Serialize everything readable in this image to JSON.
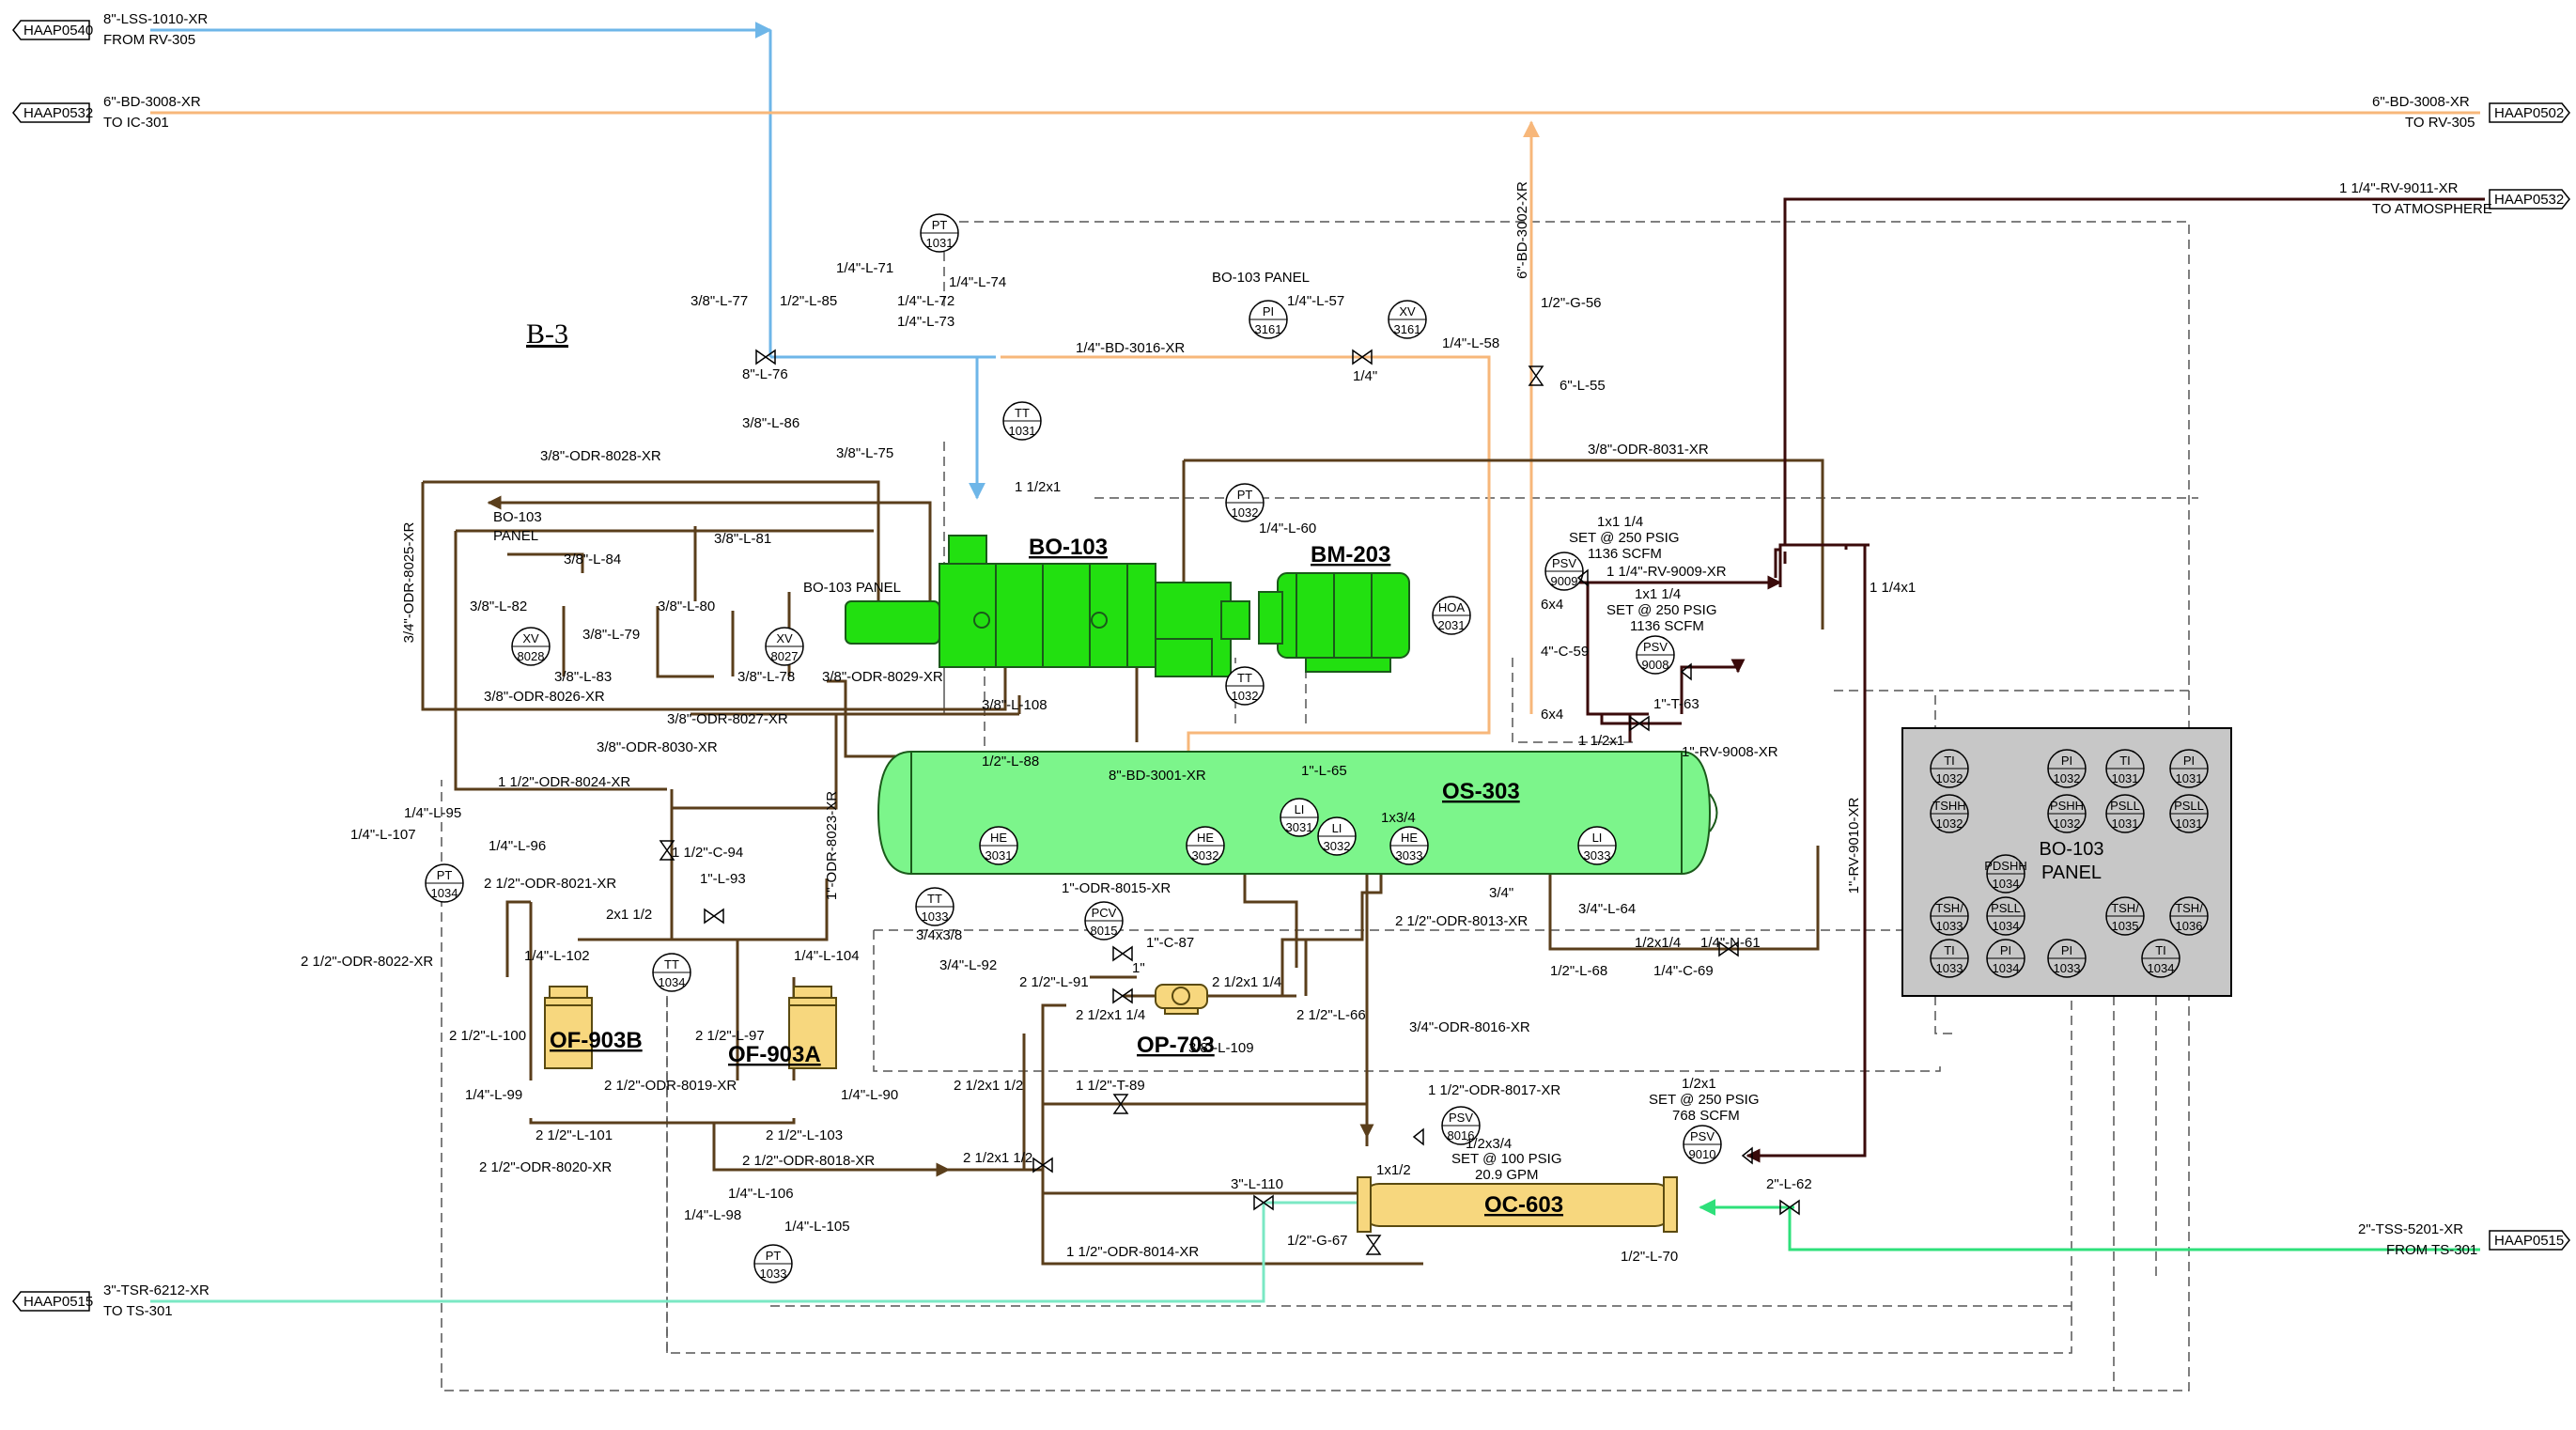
{
  "colors": {
    "blue_line": "#6EB6E8",
    "orange_line": "#F7B77A",
    "teal_line": "#7BE8C4",
    "green_line": "#2EE07A",
    "odr_line": "#5A3E1B",
    "rv_line": "#3A0A0A",
    "equipment_green": "#7CF58B",
    "equipment_bright": "#22E010",
    "equipment_yellow": "#F7D77E",
    "panel_gray": "#C7C7C7"
  },
  "sheet_label": "B-3",
  "offpage": {
    "haap0540": {
      "tag": "HAAP0540",
      "line": "8\"-LSS-1010-XR",
      "note": "FROM RV-305"
    },
    "haap0532_left": {
      "tag": "HAAP0532",
      "line": "6\"-BD-3008-XR",
      "note": "TO IC-301"
    },
    "haap0502": {
      "tag": "HAAP0502",
      "line": "6\"-BD-3008-XR",
      "note": "TO RV-305"
    },
    "haap0532_right": {
      "tag": "HAAP0532",
      "line": "1 1/4\"-RV-9011-XR",
      "note": "TO ATMOSPHERE"
    },
    "haap0515_left": {
      "tag": "HAAP0515",
      "line": "3\"-TSR-6212-XR",
      "note": "TO TS-301"
    },
    "haap0515_right": {
      "tag": "HAAP0515",
      "line": "2\"-TSS-5201-XR",
      "note": "FROM TS-301"
    }
  },
  "equipment": {
    "bo103": "BO-103",
    "bm203": "BM-203",
    "os303": "OS-303",
    "of903b": "OF-903B",
    "of903a": "OF-903A",
    "op703": "OP-703",
    "oc603": "OC-603"
  },
  "instruments": {
    "pt1031": [
      "PT",
      "1031"
    ],
    "tt1031": [
      "TT",
      "1031"
    ],
    "pi3161": [
      "PI",
      "3161"
    ],
    "xv3161": [
      "XV",
      "3161"
    ],
    "pt1032": [
      "PT",
      "1032"
    ],
    "tt1032": [
      "TT",
      "1032"
    ],
    "hoa2031": [
      "HOA",
      "2031"
    ],
    "xv8028": [
      "XV",
      "8028"
    ],
    "xv8027": [
      "XV",
      "8027"
    ],
    "pt1034": [
      "PT",
      "1034"
    ],
    "tt1034": [
      "TT",
      "1034"
    ],
    "tt1033": [
      "TT",
      "1033"
    ],
    "pt1033": [
      "PT",
      "1033"
    ],
    "he3031": [
      "HE",
      "3031"
    ],
    "he3032": [
      "HE",
      "3032"
    ],
    "he3033": [
      "HE",
      "3033"
    ],
    "li3031": [
      "LI",
      "3031"
    ],
    "li3032": [
      "LI",
      "3032"
    ],
    "li3033": [
      "LI",
      "3033"
    ],
    "pcv8015": [
      "PCV",
      "8015"
    ],
    "psv9009": [
      "PSV",
      "9009"
    ],
    "psv9008": [
      "PSV",
      "9008"
    ],
    "psv8016": [
      "PSV",
      "8016"
    ],
    "psv9010": [
      "PSV",
      "9010"
    ]
  },
  "panel": {
    "title1": "BO-103",
    "title2": "PANEL",
    "items": [
      [
        "TI",
        "1032"
      ],
      [
        "PI",
        "1032"
      ],
      [
        "TI",
        "1031"
      ],
      [
        "PI",
        "1031"
      ],
      [
        "TSHH",
        "1032"
      ],
      [
        "PSHH",
        "1032"
      ],
      [
        "PSLL",
        "1031"
      ],
      [
        "PSLL",
        "1031"
      ],
      [
        "PDSHH",
        "1034"
      ],
      [
        "TSH/",
        "1033"
      ],
      [
        "PSLL",
        "1034"
      ],
      [
        "TSH/",
        "1035"
      ],
      [
        "TSH/",
        "1036"
      ],
      [
        "TI",
        "1033"
      ],
      [
        "PI",
        "1034"
      ],
      [
        "PI",
        "1033"
      ],
      [
        "TI",
        "1034"
      ]
    ]
  },
  "labels": {
    "l77": "3/8\"-L-77",
    "l85": "1/2\"-L-85",
    "l71": "1/4\"-L-71",
    "l74": "1/4\"-L-74",
    "l72": "1/4\"-L-72",
    "l73": "1/4\"-L-73",
    "l76": "8\"-L-76",
    "l86": "3/8\"-L-86",
    "l75": "3/8\"-L-75",
    "bd3016": "1/4\"-BD-3016-XR",
    "bo103panel": "BO-103 PANEL",
    "l57": "1/4\"-L-57",
    "l58": "1/4\"-L-58",
    "q14": "1/4\"",
    "g56": "1/2\"-G-56",
    "l55": "6\"-L-55",
    "bd3002": "6\"-BD-3002-XR",
    "odr8028": "3/8\"-ODR-8028-XR",
    "odr8031": "3/8\"-ODR-8031-XR",
    "odr8025": "3/4\"-ODR-8025-XR",
    "bo103panel2a": "BO-103",
    "bo103panel2b": "PANEL",
    "l84": "3/8\"-L-84",
    "l81": "3/8\"-L-81",
    "l82": "3/8\"-L-82",
    "l80": "3/8\"-L-80",
    "bo103panel3": "BO-103 PANEL",
    "l79": "3/8\"-L-79",
    "l83": "3/8\"-L-83",
    "l78": "3/8\"-L-78",
    "odr8029": "3/8\"-ODR-8029-XR",
    "odr8026": "3/8\"-ODR-8026-XR",
    "odr8027": "3/8\"-ODR-8027-XR",
    "l108": "3/8\"-L-108",
    "odr8030": "3/8\"-ODR-8030-XR",
    "r112": "1 1/2x1",
    "l60": "1/4\"-L-60",
    "psv9009set1": "1x1 1/4",
    "psv9009set2": "SET @ 250 PSIG",
    "psv9009set3": "1136 SCFM",
    "rv9009": "1 1/4\"-RV-9009-XR",
    "psv9008set1": "1x1 1/4",
    "psv9008set2": "SET @ 250 PSIG",
    "psv9008set3": "1136 SCFM",
    "r114x1": "1 1/4x1",
    "r6x4a": "6x4",
    "c59": "4\"-C-59",
    "r6x4b": "6x4",
    "t63": "1\"-T-63",
    "r112x1b": "1 1/2x1",
    "rv9008": "1\"-RV-9008-XR",
    "rv9010": "1\"-RV-9010-XR",
    "l88": "1/2\"-L-88",
    "bd3001": "8\"-BD-3001-XR",
    "l65": "1\"-L-65",
    "odr8024": "1 1/2\"-ODR-8024-XR",
    "odr8023": "1\"-ODR-8023-XR",
    "l95": "1/4\"-L-95",
    "l107": "1/4\"-L-107",
    "l96": "1/4\"-L-96",
    "c94": "1 1/2\"-C-94",
    "odr8021": "2 1/2\"-ODR-8021-XR",
    "l93": "1\"-L-93",
    "r2x1": "2x1 1/2",
    "r1x34": "1x3/4",
    "q34": "3/4\"",
    "l64": "3/4\"-L-64",
    "r34x38": "3/4x3/8",
    "l92": "3/4\"-L-92",
    "odr8015": "1\"-ODR-8015-XR",
    "odr8013": "2 1/2\"-ODR-8013-XR",
    "c87": "1\"-C-87",
    "q1": "1\"",
    "l68": "1/2\"-L-68",
    "r12x14": "1/2x1/4",
    "n61": "1/4\"-N-61",
    "c69": "1/4\"-C-69",
    "odr8022": "2 1/2\"-ODR-8022-XR",
    "l102": "1/4\"-L-102",
    "l104": "1/4\"-L-104",
    "l91": "2 1/2\"-L-91",
    "r212a": "2 1/2x1 1/4",
    "r212b": "2 1/2x1 1/4",
    "l66": "2 1/2\"-L-66",
    "l109": "3/8\"-L-109",
    "l100": "2 1/2\"-L-100",
    "l97": "2 1/2\"-L-97",
    "odr8016": "3/4\"-ODR-8016-XR",
    "odr8019": "2 1/2\"-ODR-8019-XR",
    "r212c": "2 1/2x1 1/2",
    "t89": "1 1/2\"-T-89",
    "odr8017": "1 1/2\"-ODR-8017-XR",
    "l99": "1/4\"-L-99",
    "l90": "1/4\"-L-90",
    "l101": "2 1/2\"-L-101",
    "l103": "2 1/2\"-L-103",
    "psv9010set1": "1/2x1",
    "psv9010set2": "SET @ 250 PSIG",
    "psv9010set3": "768 SCFM",
    "r212d": "2 1/2x1 1/2",
    "psv8016set1": "1/2x3/4",
    "psv8016set2": "SET @ 100 PSIG",
    "psv8016set3": "20.9 GPM",
    "odr8020": "2 1/2\"-ODR-8020-XR",
    "odr8018": "2 1/2\"-ODR-8018-XR",
    "l110": "3\"-L-110",
    "r1x12": "1x1/2",
    "l62": "2\"-L-62",
    "l106": "1/4\"-L-106",
    "l98": "1/4\"-L-98",
    "l105": "1/4\"-L-105",
    "g67": "1/2\"-G-67",
    "l70": "1/2\"-L-70",
    "odr8014": "1 1/2\"-ODR-8014-XR"
  }
}
